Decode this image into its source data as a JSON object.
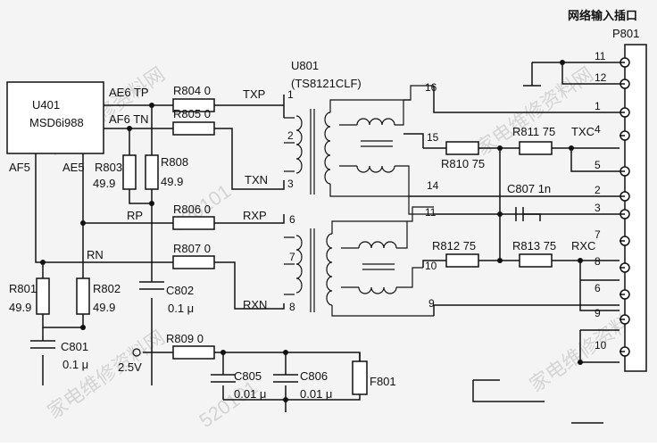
{
  "connector": {
    "title": "网络输入插口",
    "ref": "P801",
    "pins": [
      "11",
      "12",
      "1",
      "4",
      "5",
      "2",
      "3",
      "7",
      "8",
      "6",
      "9",
      "10"
    ]
  },
  "ic": {
    "ref": "U401",
    "part": "MSD6i988",
    "pins": {
      "af5": "AF5",
      "ae5": "AE5"
    }
  },
  "signals": {
    "ae6_tp": "AE6 TP",
    "af6_tn": "AF6 TN",
    "txp": "TXP",
    "txn": "TXN",
    "rxp": "RXP",
    "rxn": "RXN",
    "rp": "RP",
    "rn": "RN",
    "txc": "TXC",
    "rxc": "RXC",
    "v25": "2.5V"
  },
  "transformer": {
    "ref": "U801",
    "part": "(TS8121CLF)",
    "pins": {
      "p1": "1",
      "p2": "2",
      "p3": "3",
      "p6": "6",
      "p7": "7",
      "p8": "8",
      "p9": "9",
      "p10": "10",
      "p11": "11",
      "p14": "14",
      "p15": "15",
      "p16": "16"
    }
  },
  "components": {
    "r804": "R804 0",
    "r805": "R805 0",
    "r806": "R806 0",
    "r807": "R807 0",
    "r809": "R809 0",
    "r803": "R803",
    "r803v": "49.9",
    "r808": "R808",
    "r808v": "49.9",
    "r801": "R801",
    "r801v": "49.9",
    "r802": "R802",
    "r802v": "49.9",
    "c801": "C801",
    "c801v": "0.1 μ",
    "c802": "C802",
    "c802v": "0.1 μ",
    "c805": "C805",
    "c805v": "0.01 μ",
    "c806": "C806",
    "c806v": "0.01 μ",
    "c807": "C807 1n",
    "f801": "F801",
    "r810": "R810 75",
    "r811": "R811 75",
    "r812": "R812 75",
    "r813": "R813 75"
  },
  "watermark": {
    "w1": "家电维修资料网",
    "w2": "520101",
    "w3": "家电维修资料网",
    "w4": "520101"
  }
}
